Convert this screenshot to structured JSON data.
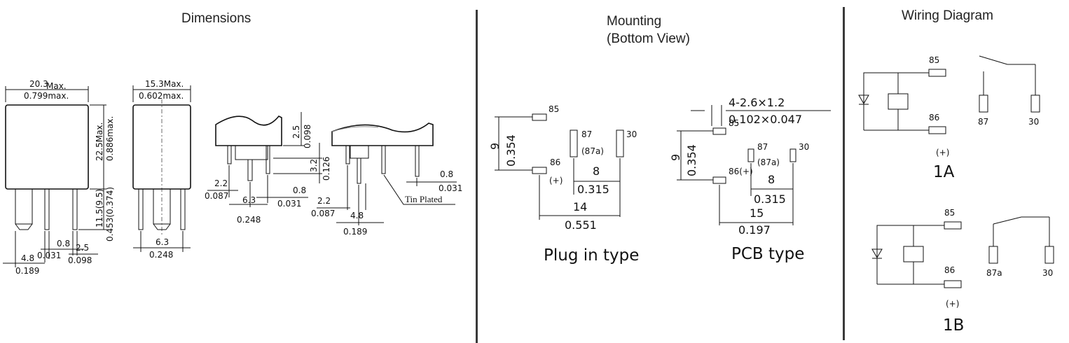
{
  "headings": {
    "dimensions": "Dimensions",
    "mounting_line1": "Mounting",
    "mounting_line2": "(Bottom View)",
    "wiring": "Wiring Diagram"
  },
  "dimensions": {
    "width_mm": "20.3",
    "width_mm_unit": "Max.",
    "width_in": "0.799max.",
    "depth_mm": "15.3Max.",
    "depth_in": "0.602max.",
    "height_mm": "22.5Max.",
    "height_in": "0.886max.",
    "pin_len_mm": "11.5(9.5)",
    "pin_len_in": "0.453(0.374)",
    "pin_pitch_mm": "4.8",
    "pin_pitch_in": "0.189",
    "pin_width_mm": "0.8",
    "pin_width_in": "0.031",
    "pin_offset_mm": "2.5",
    "pin_offset_in": "0.098",
    "side_pitch_mm": "6.3",
    "side_pitch_in": "0.248",
    "d2_5": "2.5",
    "d0_098": "0.098",
    "d3_2": "3.2",
    "d0_126": "0.126",
    "d2_2": "2.2",
    "d0_087": "0.087",
    "d6_3": "6.3",
    "d0_248": "0.248",
    "d0_8": "0.8",
    "d0_031": "0.031",
    "d2_2b": "2.2",
    "d0_087b": "0.087",
    "d4_8": "4.8",
    "d0_189": "0.189",
    "d0_8b": "0.8",
    "d0_031b": "0.031",
    "tin_plated": "Tin Plated"
  },
  "mounting": {
    "plug": {
      "caption": "Plug in type",
      "v_mm": "9",
      "v_in": "0.354",
      "pin85": "85",
      "pin86": "86",
      "plus": "(+)",
      "pin87": "87",
      "pin87a": "(87a)",
      "pin30": "30",
      "h8": "8",
      "h8_in": "0.315",
      "h14": "14",
      "h14_in": "0.551"
    },
    "pcb": {
      "caption": "PCB  type",
      "hole_mm": "4-2.6×1.2",
      "hole_in": "0.102×0.047",
      "v_mm": "9",
      "v_in": "0.354",
      "pin85": "85",
      "pin86": "86(+)",
      "pin87": "87",
      "pin87a": "(87a)",
      "pin30": "30",
      "h8": "8",
      "h8_in": "0.315",
      "h15": "15",
      "h15_in": "0.197"
    }
  },
  "wiring": {
    "a": {
      "pin85": "85",
      "pin86": "86",
      "plus": "(+)",
      "label": "1A",
      "pin87": "87",
      "pin30": "30"
    },
    "b": {
      "pin85": "85",
      "pin86": "86",
      "plus": "(+)",
      "label": "1B",
      "pin87a": "87a",
      "pin30": "30"
    }
  }
}
